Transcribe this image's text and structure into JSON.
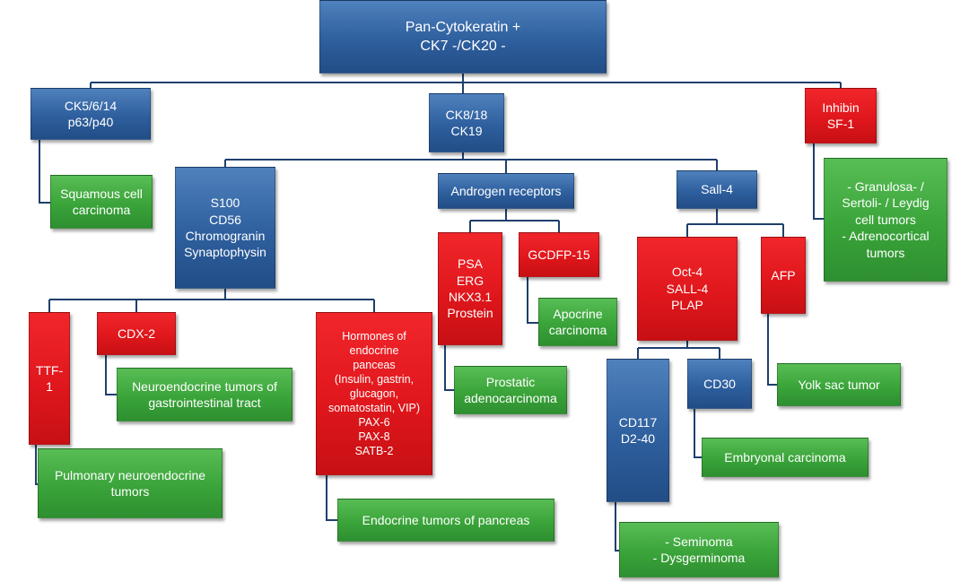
{
  "colors": {
    "blue": "#2e5f9e",
    "red": "#e0171c",
    "green": "#3aa43a",
    "connector": "#1f3f6e"
  },
  "nodes": {
    "root": "Pan-Cytokeratin +\nCK7 -/CK20 -",
    "ck5614": "CK5/6/14\np63/p40",
    "ck818": "CK8/18\nCK19",
    "inhibin": "Inhibin\nSF-1",
    "squamous": "Squamous cell\ncarcinoma",
    "s100": "S100\nCD56\nChromogranin\nSynaptophysin",
    "androgen": "Androgen receptors",
    "sall4": "Sall-4",
    "granulosa": "- Granulosa- /\nSertoli- / Leydig\ncell tumors\n- Adrenocortical\ntumors",
    "psa": "PSA\nERG\nNKX3.1\nProstein",
    "gcdfp": "GCDFP-15",
    "oct4": "Oct-4\nSALL-4\nPLAP",
    "afp": "AFP",
    "ttf1": "TTF-1",
    "cdx2": "CDX-2",
    "hormones": "Hormones of\nendocrine\npanceas\n(Insulin, gastrin,\nglucagon,\nsomatostatin, VIP)\nPAX-6\nPAX-8\nSATB-2",
    "apocrine": "Apocrine\ncarcinoma",
    "prostatic": "Prostatic\nadenocarcinoma",
    "neuroendoGI": "Neuroendocrine tumors of\ngastrointestinal tract",
    "cd117": "CD117\nD2-40",
    "cd30": "CD30",
    "yolk": "Yolk sac tumor",
    "pulmonary": "Pulmonary neuroendocrine\ntumors",
    "embryonal": "Embryonal carcinoma",
    "endocrinePancreas": "Endocrine tumors of pancreas",
    "seminoma": "- Seminoma\n- Dysgerminoma"
  }
}
